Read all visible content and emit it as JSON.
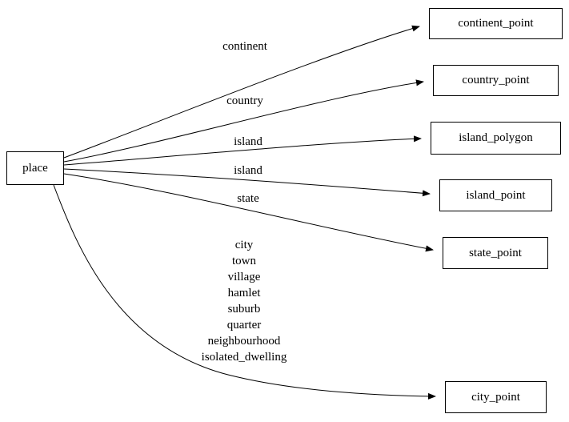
{
  "diagram": {
    "type": "graph",
    "direction": "left-to-right",
    "nodes": [
      {
        "id": "place",
        "label": "place"
      },
      {
        "id": "continent_point",
        "label": "continent_point"
      },
      {
        "id": "country_point",
        "label": "country_point"
      },
      {
        "id": "island_polygon",
        "label": "island_polygon"
      },
      {
        "id": "island_point",
        "label": "island_point"
      },
      {
        "id": "state_point",
        "label": "state_point"
      },
      {
        "id": "city_point",
        "label": "city_point"
      }
    ],
    "edges": [
      {
        "from": "place",
        "to": "continent_point",
        "label": "continent"
      },
      {
        "from": "place",
        "to": "country_point",
        "label": "country"
      },
      {
        "from": "place",
        "to": "island_polygon",
        "label": "island"
      },
      {
        "from": "place",
        "to": "island_point",
        "label": "island"
      },
      {
        "from": "place",
        "to": "state_point",
        "label": "state"
      },
      {
        "from": "place",
        "to": "city_point",
        "label_lines": [
          "city",
          "town",
          "village",
          "hamlet",
          "suburb",
          "quarter",
          "neighbourhood",
          "isolated_dwelling"
        ]
      }
    ],
    "colors": {
      "node_border": "#000000",
      "node_fill": "#ffffff",
      "edge_stroke": "#000000",
      "text": "#000000",
      "background": "#ffffff"
    }
  }
}
